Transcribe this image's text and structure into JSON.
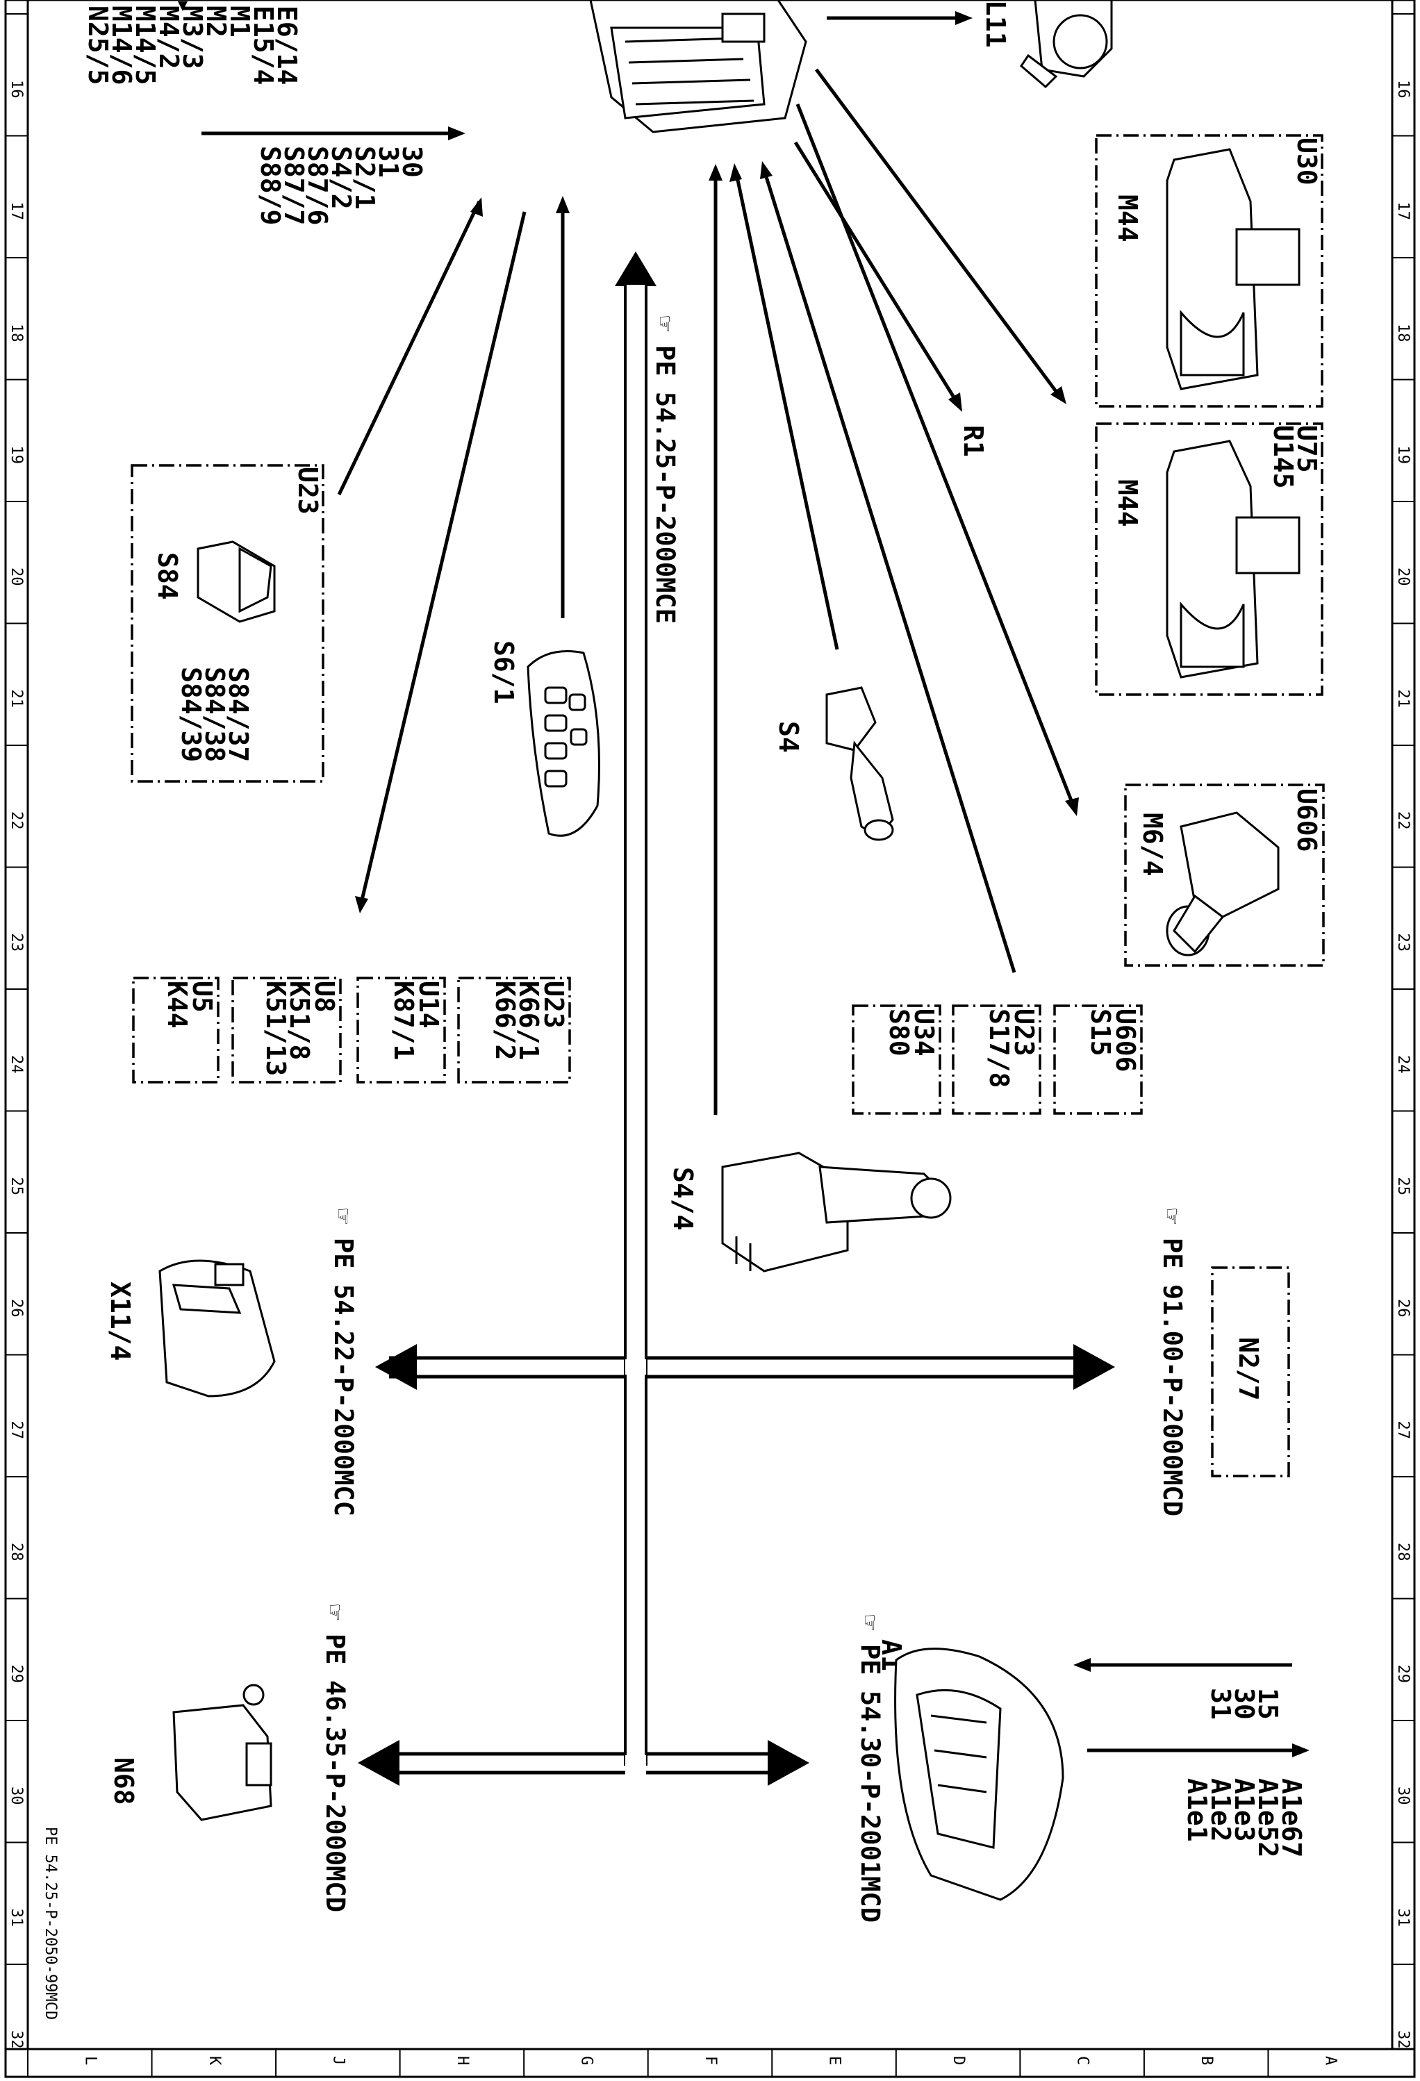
{
  "doc_ref": "PE 54.25-P-2050-99MCD",
  "grid": {
    "numbers": [
      "16",
      "17",
      "18",
      "19",
      "20",
      "21",
      "22",
      "23",
      "24",
      "25",
      "26",
      "27",
      "28",
      "29",
      "30",
      "31",
      "32"
    ],
    "letters": [
      "L",
      "K",
      "J",
      "H",
      "G",
      "F",
      "E",
      "D",
      "C",
      "B",
      "A"
    ]
  },
  "top": {
    "left_col1": [
      "E6/14",
      "E15/4",
      "M1",
      "M2",
      "M3/3",
      "M4/2",
      "M14/5",
      "M14/6",
      "N25/5"
    ],
    "left_col2": [
      "30",
      "31",
      "S2/1",
      "S4/2",
      "S87/6",
      "S87/7",
      "S88/9"
    ],
    "l11": "L11"
  },
  "u23_box": {
    "title": "U23",
    "left": "S84",
    "right": [
      "S84/37",
      "S84/38",
      "S84/39"
    ]
  },
  "s6_1": "S6/1",
  "pe_main": "PE 54.25-P-2000MCE",
  "s4": "S4",
  "r1": "R1",
  "u30_box": {
    "title": "U30",
    "label": "M44"
  },
  "u75_box": {
    "title": [
      "U75",
      "U145"
    ],
    "label": "M44"
  },
  "u606_box": {
    "title": "U606",
    "label": "M6/4"
  },
  "small_boxes": [
    {
      "title": "U23",
      "items": [
        "K66/1",
        "K66/2"
      ]
    },
    {
      "title": "U14",
      "items": [
        "K87/1"
      ]
    },
    {
      "title": "U8",
      "items": [
        "K51/8",
        "K51/13"
      ]
    },
    {
      "title": "U5",
      "items": [
        "K44"
      ]
    }
  ],
  "right_boxes": [
    {
      "title": "U606",
      "items": [
        "S15"
      ]
    },
    {
      "title": "U23",
      "items": [
        "S17/8"
      ]
    },
    {
      "title": "U34",
      "items": [
        "S80"
      ]
    }
  ],
  "s4_4": "S4/4",
  "x11_4": "X11/4",
  "pe_mcc": "PE 54.22-P-2000MCC",
  "pe_91": "PE 91.00-P-2000MCD",
  "n2_7": "N2/7",
  "pe_46": "PE 46.35-P-2000MCD",
  "n68": "N68",
  "a1": {
    "name": "A1",
    "pe": "PE 54.30-P-2001MCD",
    "inputs": [
      "15",
      "30",
      "31"
    ],
    "outputs": [
      "A1e67",
      "A1e52",
      "A1e3",
      "A1e2",
      "A1e1"
    ]
  }
}
